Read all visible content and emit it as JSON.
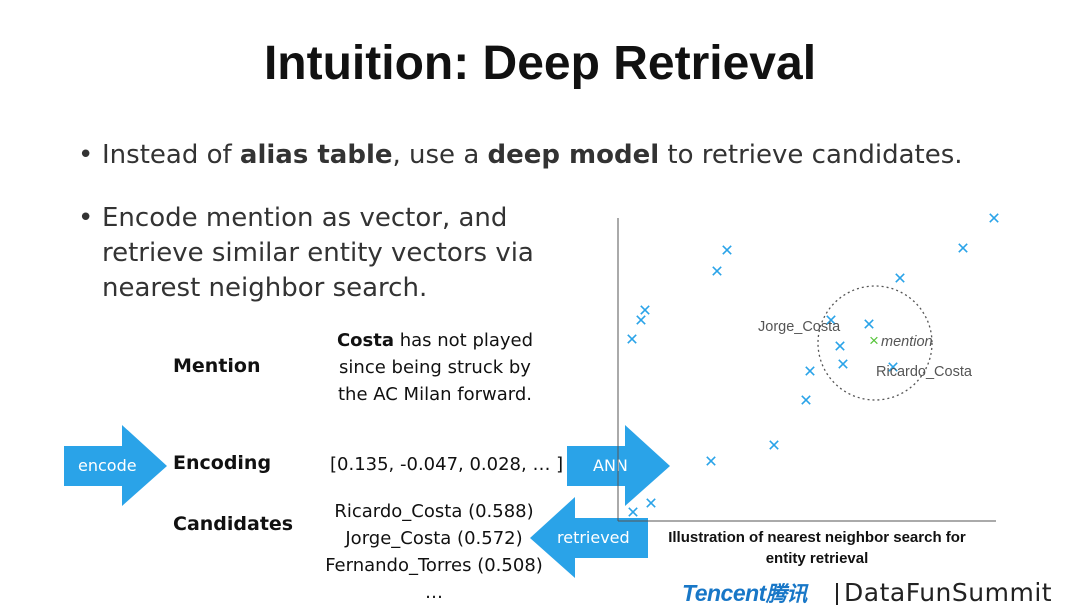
{
  "slide": {
    "title": "Intuition: Deep Retrieval"
  },
  "bullets": [
    {
      "pre": "Instead of ",
      "bold1": "alias table",
      "mid": ", use a ",
      "bold2": "deep model",
      "post": " to retrieve candidates."
    },
    {
      "text": "Encode mention as vector, and retrieve similar entity vectors via nearest neighbor search."
    }
  ],
  "pipeline": {
    "mention_label": "Mention",
    "mention_bold": "Costa",
    "mention_line1_rest": " has not played",
    "mention_line2": "since being struck by",
    "mention_line3": "the AC Milan forward.",
    "encoding_label": "Encoding",
    "encoding_value": "[0.135, -0.047, 0.028, … ]",
    "candidates_label": "Candidates",
    "candidates": [
      "Ricardo_Costa (0.588)",
      "Jorge_Costa (0.572)",
      "Fernando_Torres (0.508)",
      "…"
    ],
    "arrow_encode": "encode",
    "arrow_ann": "ANN",
    "arrow_retrieved": "retrieved"
  },
  "plot": {
    "point_labels": {
      "jorge": "Jorge_Costa",
      "mention": "mention",
      "ricardo": "Ricardo_Costa"
    },
    "marker": "×",
    "caption_line1": "Illustration of nearest neighbor search for",
    "caption_line2": "entity retrieval"
  },
  "colors": {
    "arrow_blue": "#2aa3e8",
    "point_blue": "#2aa3e8",
    "mention_green": "#56c43a",
    "tencent_blue": "#1877c7"
  },
  "footer": {
    "tencent": "Tencent",
    "tencent_cn": "腾讯",
    "datafun": "DataFunSummit"
  }
}
